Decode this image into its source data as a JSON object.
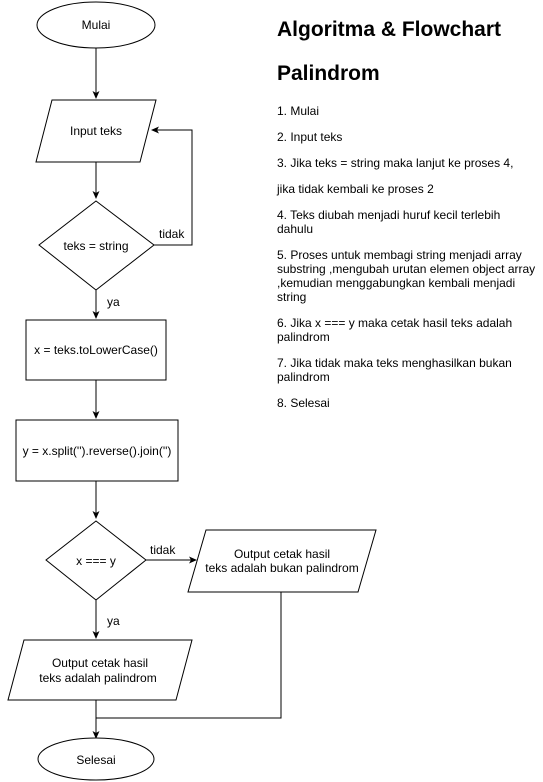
{
  "title_line1": "Algoritma & Flowchart",
  "title_line2": "Palindrom",
  "steps": [
    "1. Mulai",
    "2. Input teks",
    "3. Jika teks = string maka lanjut ke proses 4,",
    "jika tidak kembali ke proses 2",
    "4. Teks diubah menjadi huruf kecil terlebih dahulu",
    "5. Proses  untuk membagi string menjadi array substring ,mengubah urutan elemen object array ,kemudian menggabungkan kembali menjadi string",
    "6. Jika x === y maka cetak hasil teks adalah palindrom",
    "7. Jika tidak maka teks menghasilkan bukan palindrom",
    "8. Selesai"
  ],
  "nodes": {
    "start": "Mulai",
    "input": "Input teks",
    "decision1": "teks = string",
    "lowercase": "x = teks.toLowerCase()",
    "reverse": "y = x.split('').reverse().join('')",
    "decision2": "x === y",
    "output_not": [
      "Output cetak hasil",
      "teks adalah bukan palindrom"
    ],
    "output_yes": [
      "Output cetak  hasil",
      "teks adalah palindrom"
    ],
    "end": "Selesai"
  },
  "edges": {
    "no1": "tidak",
    "yes1": "ya",
    "no2": "tidak",
    "yes2": "ya"
  },
  "line_color": "#000000",
  "fill_color": "#ffffff"
}
